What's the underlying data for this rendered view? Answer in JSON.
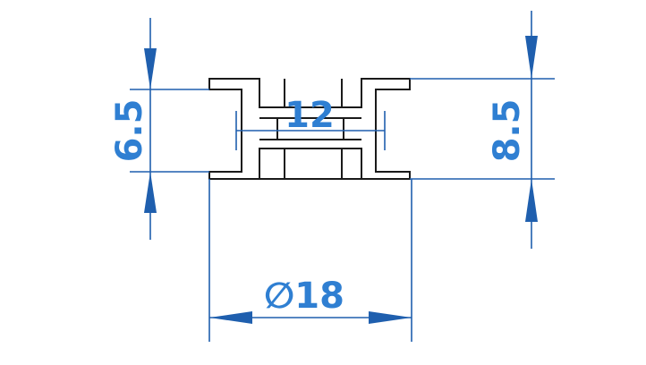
{
  "colors": {
    "outline": "#1a1a1a",
    "dimension": "#1f5fae",
    "dimension_text": "#2f7fd2",
    "background": "#ffffff"
  },
  "dimensions": {
    "left_height": "6.5",
    "center_bore": "12",
    "right_height": "8.5",
    "outer_diameter": "∅18"
  }
}
